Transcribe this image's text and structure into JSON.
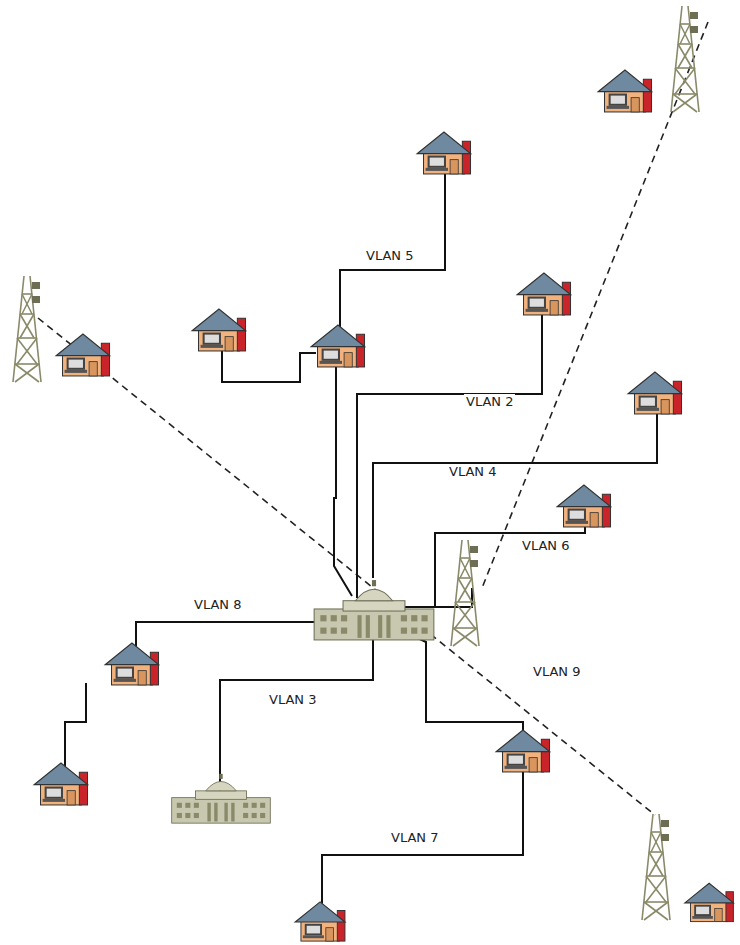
{
  "diagram": {
    "labels": [
      "VLAN 5",
      "VLAN 2",
      "VLAN 4",
      "VLAN 6",
      "VLAN 8",
      "VLAN 9",
      "VLAN 3",
      "VLAN 7"
    ]
  }
}
